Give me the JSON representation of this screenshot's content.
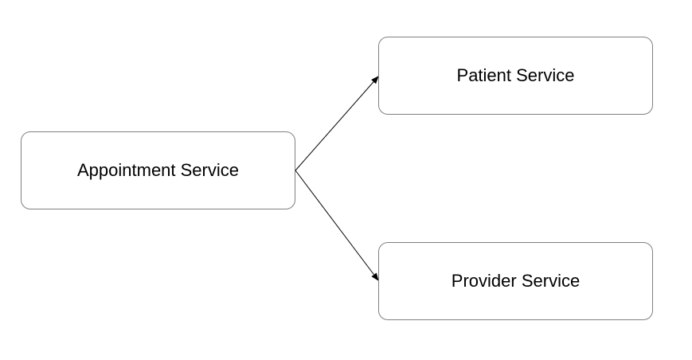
{
  "nodes": {
    "appointment": {
      "label": "Appointment Service"
    },
    "patient": {
      "label": "Patient Service"
    },
    "provider": {
      "label": "Provider Service"
    }
  },
  "edges": [
    {
      "from": "appointment",
      "to": "patient"
    },
    {
      "from": "appointment",
      "to": "provider"
    }
  ],
  "colors": {
    "node_border": "#808080",
    "edge_stroke": "#000000",
    "text": "#000000",
    "background": "#ffffff"
  }
}
